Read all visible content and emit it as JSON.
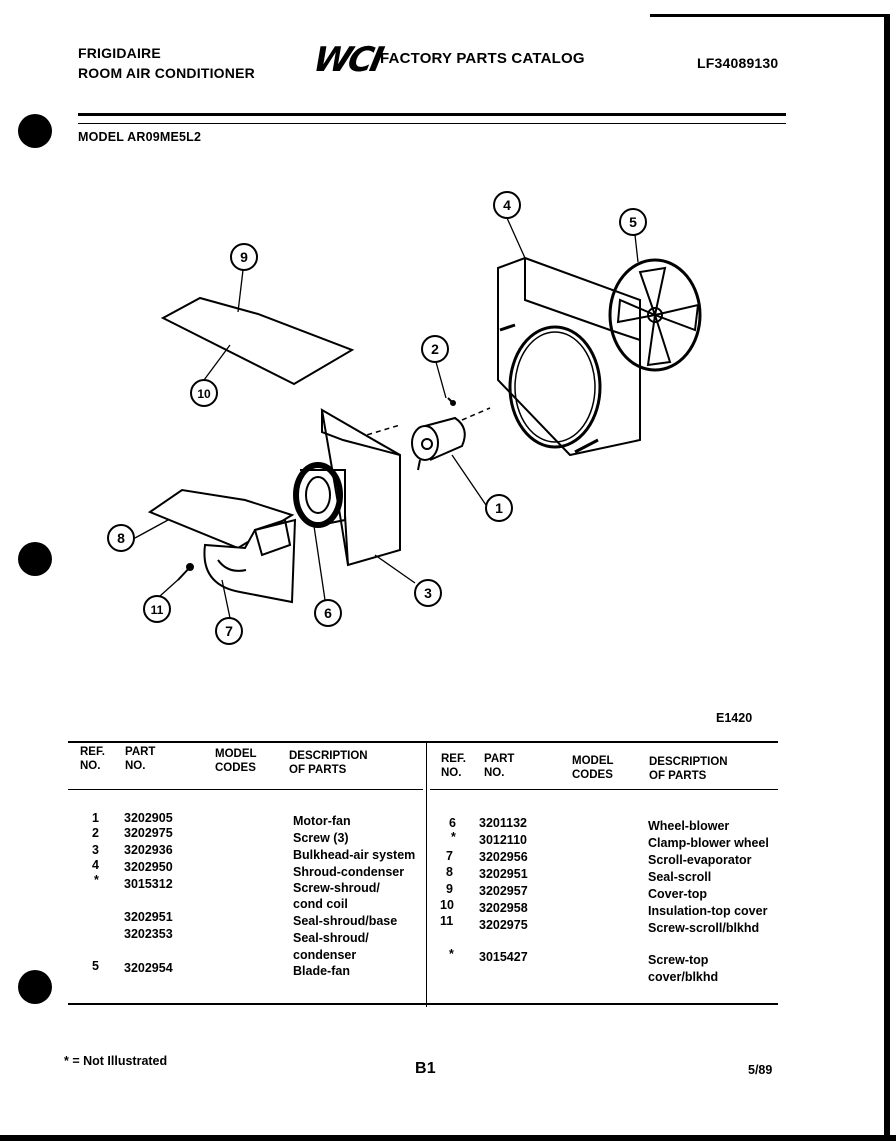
{
  "header": {
    "brand": "FRIGIDAIRE",
    "product": "ROOM AIR CONDITIONER",
    "logo": "WCI",
    "catalog_title": "FACTORY PARTS CATALOG",
    "catalog_number": "LF34089130",
    "model_line": "MODEL AR09ME5L2"
  },
  "diagram": {
    "code": "E1420",
    "callouts": [
      "1",
      "2",
      "3",
      "4",
      "5",
      "6",
      "7",
      "8",
      "9",
      "10",
      "11"
    ]
  },
  "table": {
    "headers": {
      "ref": [
        "REF.",
        "NO."
      ],
      "part": [
        "PART",
        "NO."
      ],
      "model": [
        "MODEL",
        "CODES"
      ],
      "desc": [
        "DESCRIPTION",
        "OF PARTS"
      ]
    },
    "left_rows": [
      {
        "ref": "1",
        "part": "3202905",
        "desc": [
          "Motor-fan"
        ]
      },
      {
        "ref": "2",
        "part": "3202975",
        "desc": [
          "Screw (3)"
        ]
      },
      {
        "ref": "3",
        "part": "3202936",
        "desc": [
          "Bulkhead-air system"
        ]
      },
      {
        "ref": "4",
        "part": "3202950",
        "desc": [
          "Shroud-condenser"
        ]
      },
      {
        "ref": "*",
        "part": "3015312",
        "desc": [
          "Screw-shroud/",
          "cond coil"
        ]
      },
      {
        "ref": "",
        "part": "3202951",
        "desc": [
          "Seal-shroud/base"
        ]
      },
      {
        "ref": "",
        "part": "3202353",
        "desc": [
          "Seal-shroud/",
          "condenser"
        ]
      },
      {
        "ref": "5",
        "part": "3202954",
        "desc": [
          "Blade-fan"
        ]
      }
    ],
    "right_rows": [
      {
        "ref": "6",
        "part": "3201132",
        "desc": [
          "Wheel-blower"
        ]
      },
      {
        "ref": "*",
        "part": "3012110",
        "desc": [
          "Clamp-blower wheel"
        ]
      },
      {
        "ref": "7",
        "part": "3202956",
        "desc": [
          "Scroll-evaporator"
        ]
      },
      {
        "ref": "8",
        "part": "3202951",
        "desc": [
          "Seal-scroll"
        ]
      },
      {
        "ref": "9",
        "part": "3202957",
        "desc": [
          "Cover-top"
        ]
      },
      {
        "ref": "10",
        "part": "3202958",
        "desc": [
          "Insulation-top cover"
        ]
      },
      {
        "ref": "11",
        "part": "3202975",
        "desc": [
          "Screw-scroll/blkhd"
        ]
      },
      {
        "ref": "*",
        "part": "3015427",
        "desc": [
          "Screw-top",
          "cover/blkhd"
        ]
      }
    ]
  },
  "footer": {
    "note": "* = Not Illustrated",
    "page": "B1",
    "date": "5/89"
  }
}
